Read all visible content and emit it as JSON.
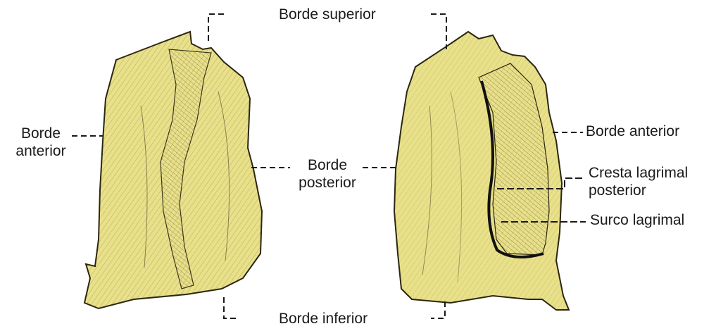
{
  "labels": {
    "borde_superior": "Borde superior",
    "borde_inferior": "Borde inferior",
    "left_borde_anterior_line1": "Borde",
    "left_borde_anterior_line2": "anterior",
    "borde_posterior_line1": "Borde",
    "borde_posterior_line2": "posterior",
    "right_borde_anterior": "Borde anterior",
    "cresta_lagrimal_line1": "Cresta lagrimal",
    "cresta_lagrimal_line2": "posterior",
    "surco_lagrimal": "Surco lagrimal"
  },
  "colors": {
    "bone_fill": "#e9e08a",
    "bone_shade": "#c9bf5a",
    "ink": "#1a1a1a"
  }
}
